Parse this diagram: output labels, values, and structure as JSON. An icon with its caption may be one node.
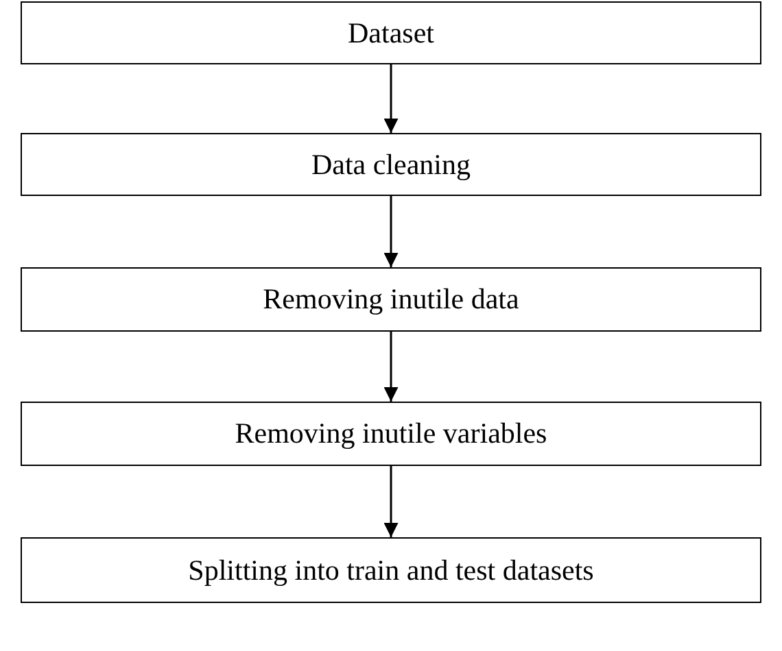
{
  "diagram": {
    "nodes": [
      {
        "text": [
          "Dataset"
        ]
      },
      {
        "text": [
          "Data cleaning"
        ]
      },
      {
        "text": [
          "Removing inutile data"
        ]
      },
      {
        "text": [
          "Removing inutile variables"
        ]
      },
      {
        "text": [
          "Splitting into train and test datasets"
        ]
      }
    ],
    "edges": [
      {
        "from": 0,
        "to": 1,
        "arrow": "to"
      },
      {
        "from": 1,
        "to": 2,
        "arrow": "to"
      },
      {
        "from": 2,
        "to": 3,
        "arrow": "to"
      },
      {
        "from": 3,
        "to": 4,
        "arrow": "to"
      }
    ]
  }
}
